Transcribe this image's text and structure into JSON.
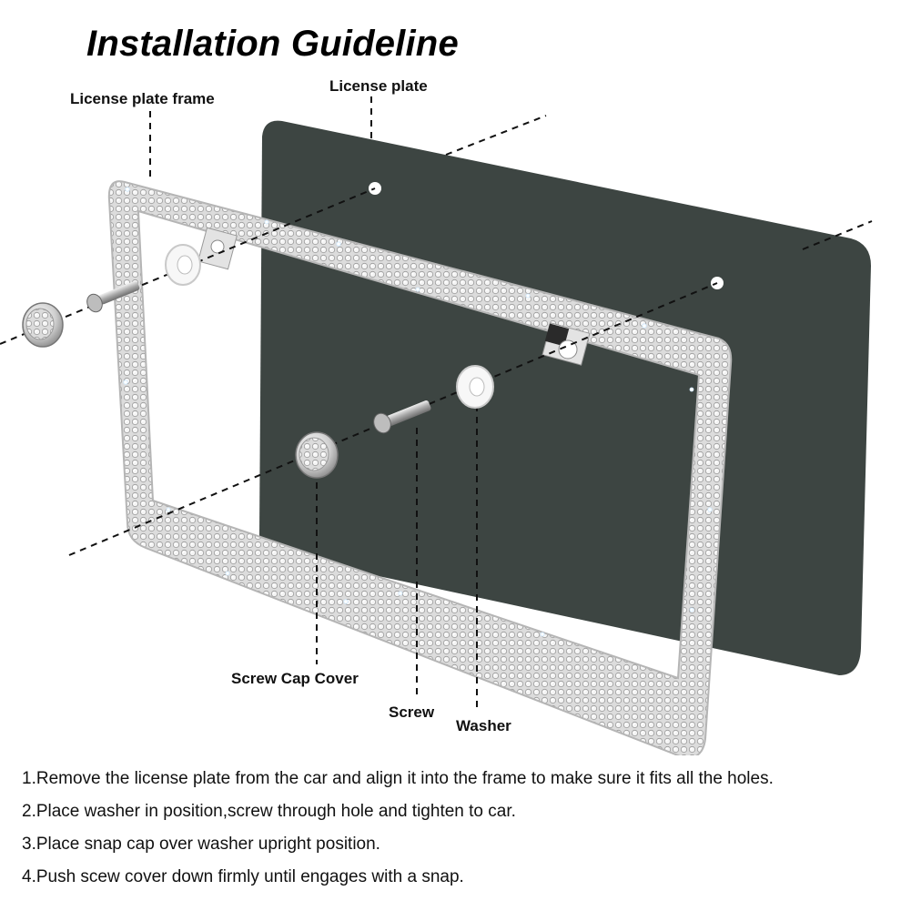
{
  "title": "Installation Guideline",
  "labels": {
    "frame": "License plate frame",
    "plate": "License plate",
    "screw_cap": "Screw Cap  Cover",
    "screw": "Screw",
    "washer": "Washer"
  },
  "steps": [
    "1.Remove the license plate from the car and align it into the frame to make sure it fits all the holes.",
    "2.Place washer in position,screw through hole and tighten to car.",
    "3.Place snap cap over washer upright position.",
    "4.Push scew cover down firmly until engages with a snap."
  ],
  "colors": {
    "plate": "#3d4542",
    "frame": "#d3d3d3",
    "frame_dots": "#9a9a9a",
    "leader": "#111111"
  }
}
